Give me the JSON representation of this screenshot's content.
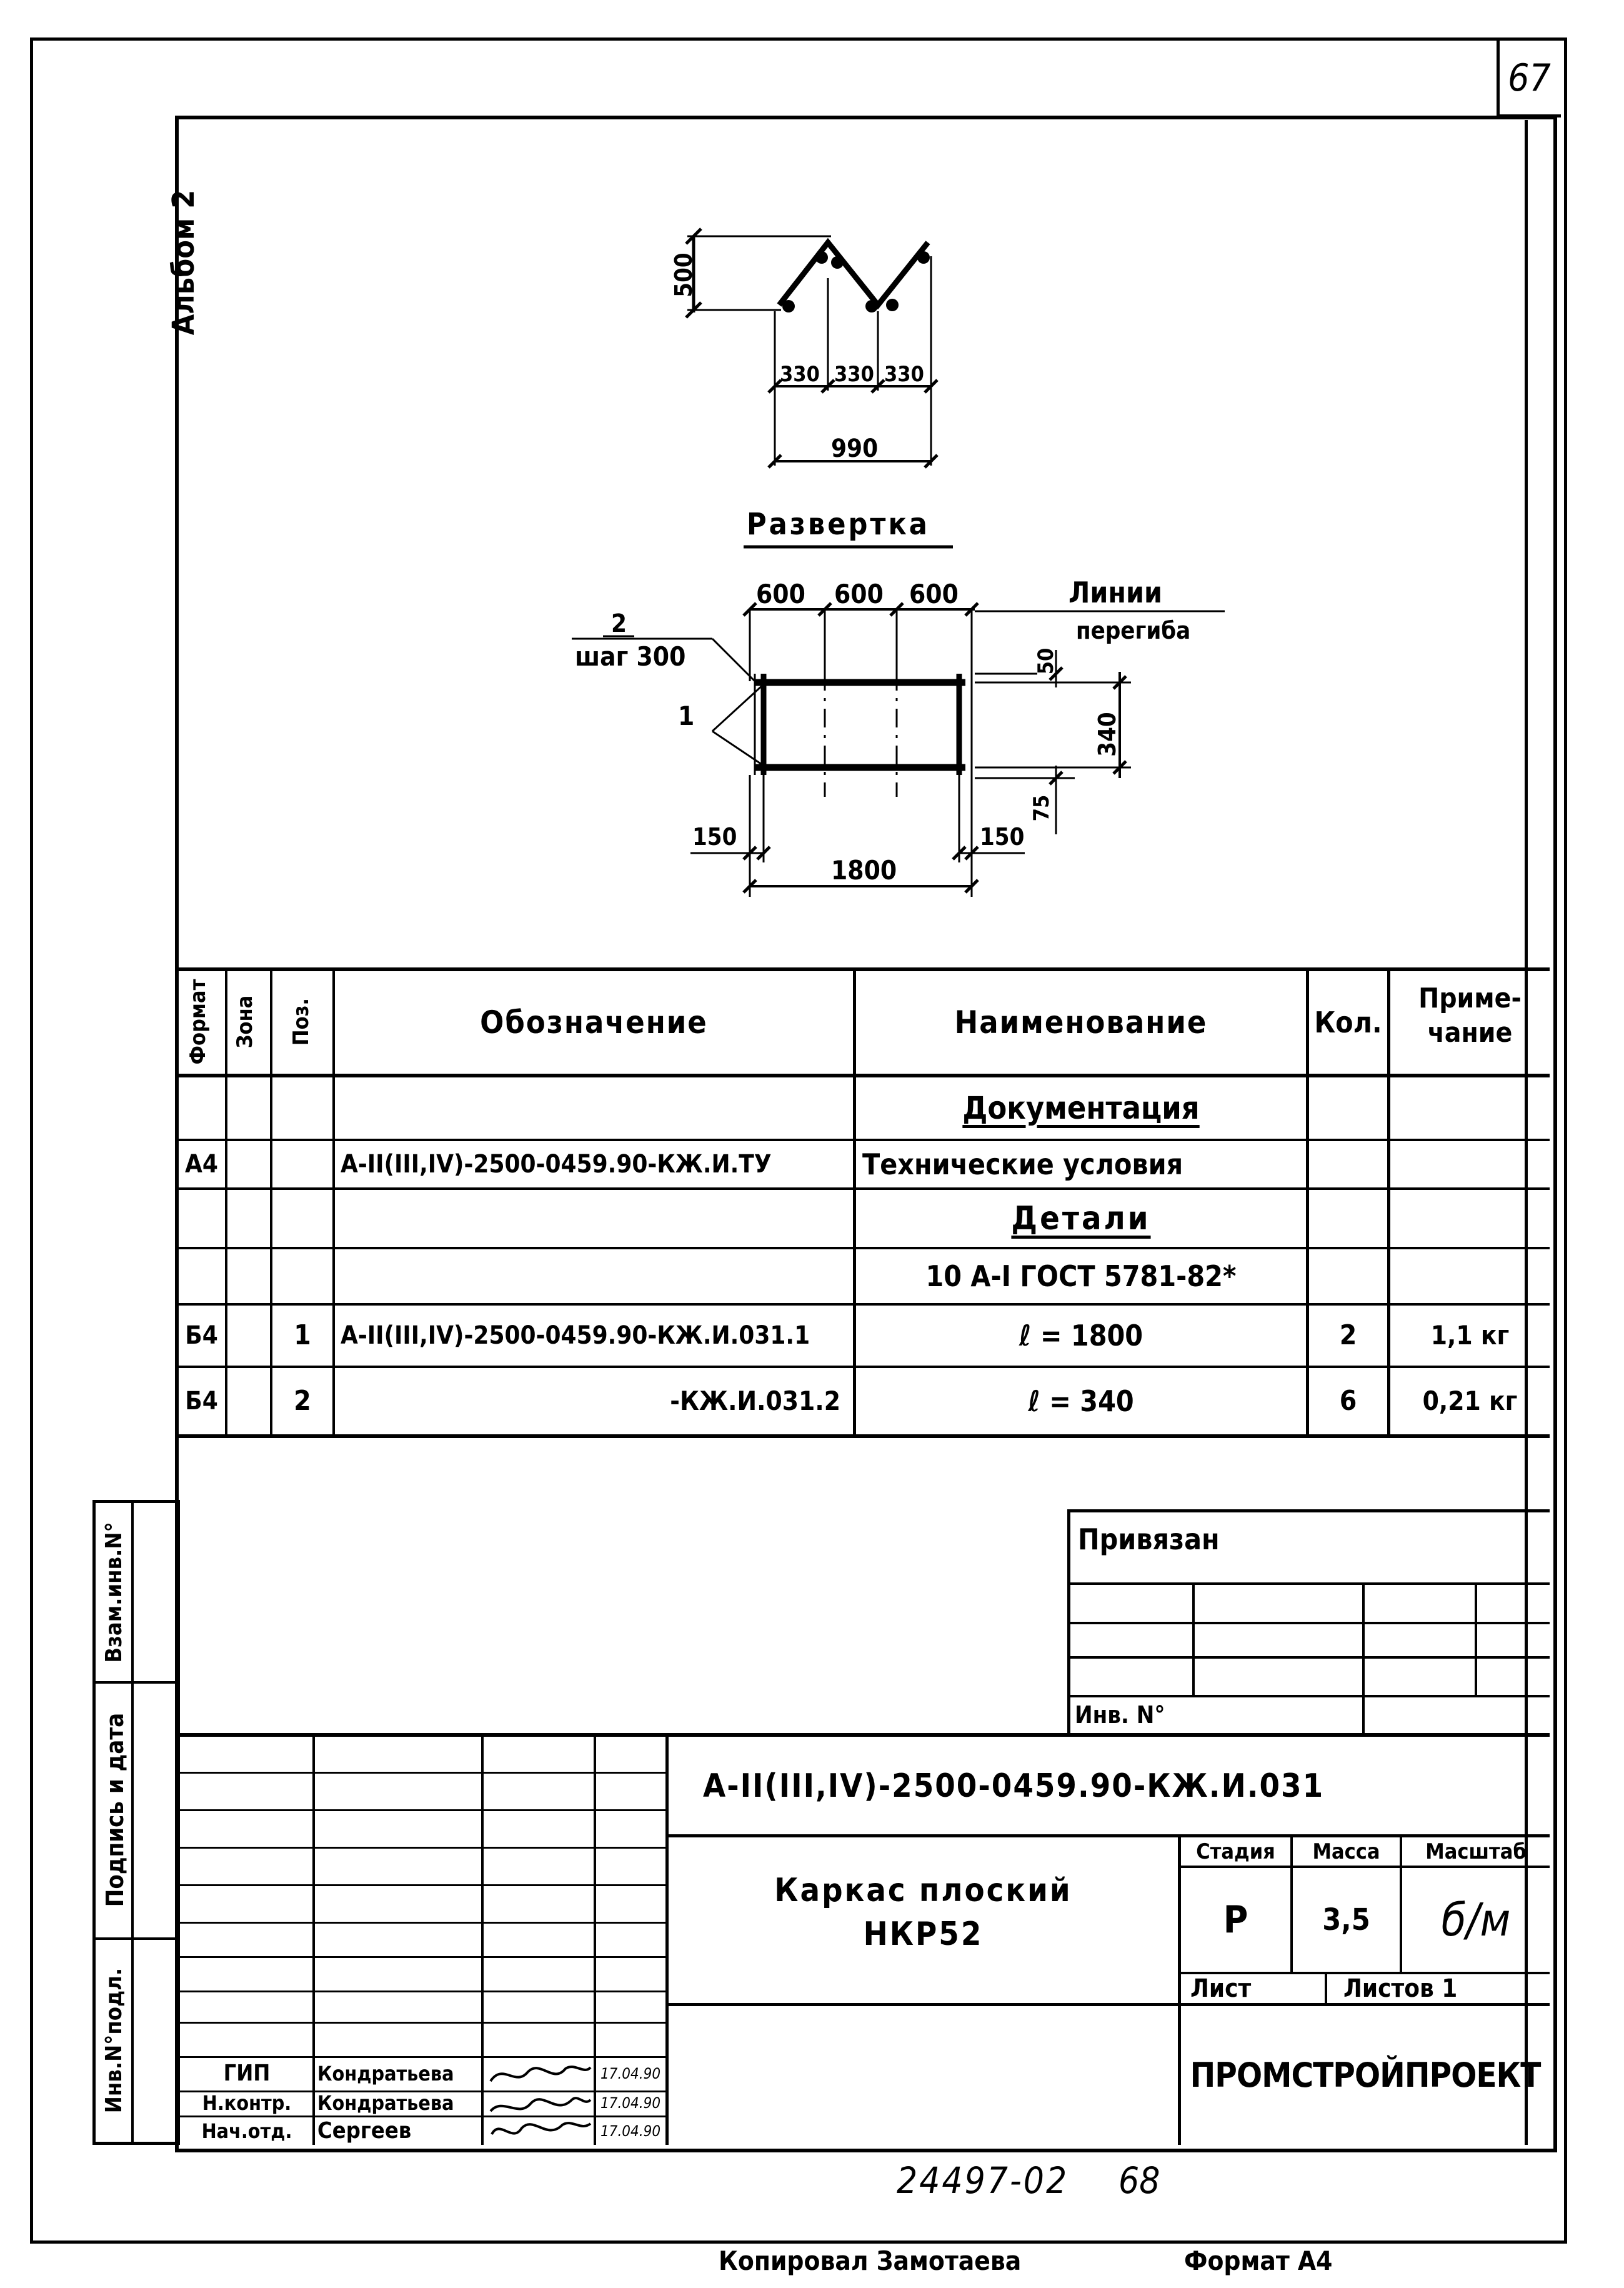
{
  "sheet_corner_number": "67",
  "album_label": "Альбом 2",
  "drawing": {
    "profile": {
      "height_dim": "500",
      "seg1": "330",
      "seg2": "330",
      "seg3": "330",
      "total": "990"
    },
    "development": {
      "title": "Развертка",
      "top_dims": [
        "600",
        "600",
        "600"
      ],
      "bend_lines_label_1": "Линии",
      "bend_lines_label_2": "перегиба",
      "pos2_label": "2",
      "pos2_step": "шаг 300",
      "pos1_label": "1",
      "dim_50": "50",
      "dim_340": "340",
      "dim_75": "75",
      "dim_150_left": "150",
      "dim_150_right": "150",
      "dim_1800": "1800"
    }
  },
  "spec_table": {
    "headers": {
      "format": "Формат",
      "zone": "Зона",
      "pos": "Поз.",
      "designation": "Обозначение",
      "name": "Наименование",
      "qty": "Кол.",
      "note": "Приме-чание",
      "note_l1": "Приме-",
      "note_l2": "чание"
    },
    "rows": [
      {
        "format": "",
        "pos": "",
        "designation": "",
        "name": "Документация",
        "qty": "",
        "note": ""
      },
      {
        "format": "А4",
        "pos": "",
        "designation": "А-II(III,IV)-2500-0459.90-КЖ.И.ТУ",
        "name": "Технические условия",
        "qty": "",
        "note": ""
      },
      {
        "format": "",
        "pos": "",
        "designation": "",
        "name": "Детали",
        "qty": "",
        "note": ""
      },
      {
        "format": "",
        "pos": "",
        "designation": "",
        "name": "10 А-I ГОСТ 5781-82*",
        "qty": "",
        "note": ""
      },
      {
        "format": "Б4",
        "pos": "1",
        "designation": "А-II(III,IV)-2500-0459.90-КЖ.И.031.1",
        "name": "ℓ = 1800",
        "qty": "2",
        "note": "1,1 кг"
      },
      {
        "format": "Б4",
        "pos": "2",
        "designation": "-КЖ.И.031.2",
        "name": "ℓ = 340",
        "qty": "6",
        "note": "0,21 кг"
      }
    ]
  },
  "binding_block": {
    "title": "Привязан",
    "inv_no": "Инв. N°"
  },
  "title_block": {
    "document_code": "А-II(III,IV)-2500-0459.90-КЖ.И.031",
    "product_name_1": "Каркас плоский",
    "product_name_2": "НКР52",
    "stage_label": "Стадия",
    "mass_label": "Масса",
    "scale_label": "Масштаб",
    "stage_value": "Р",
    "mass_value": "3,5",
    "scale_value": "б/м",
    "sheet_label": "Лист",
    "sheets_label": "Листов 1",
    "organization": "ПРОМСТРОЙПРОЕКТ",
    "signatures": [
      {
        "role": "ГИП",
        "name": "Кондратьева",
        "date": "17.04.90"
      },
      {
        "role": "Н.контр.",
        "name": "Кондратьева",
        "date": "17.04.90"
      },
      {
        "role": "Нач.отд.",
        "name": "Сергеев",
        "date": "17.04.90"
      }
    ]
  },
  "side_stamps": {
    "inv_podl": "Инв.N°подл.",
    "podpis_data": "Подпись и дата",
    "vzam_inv": "Взам.инв.N°"
  },
  "bottom": {
    "archive_no": "24497-02",
    "page_no": "68",
    "copied_by": "Копировал Замотаева",
    "format": "Формат А4"
  }
}
